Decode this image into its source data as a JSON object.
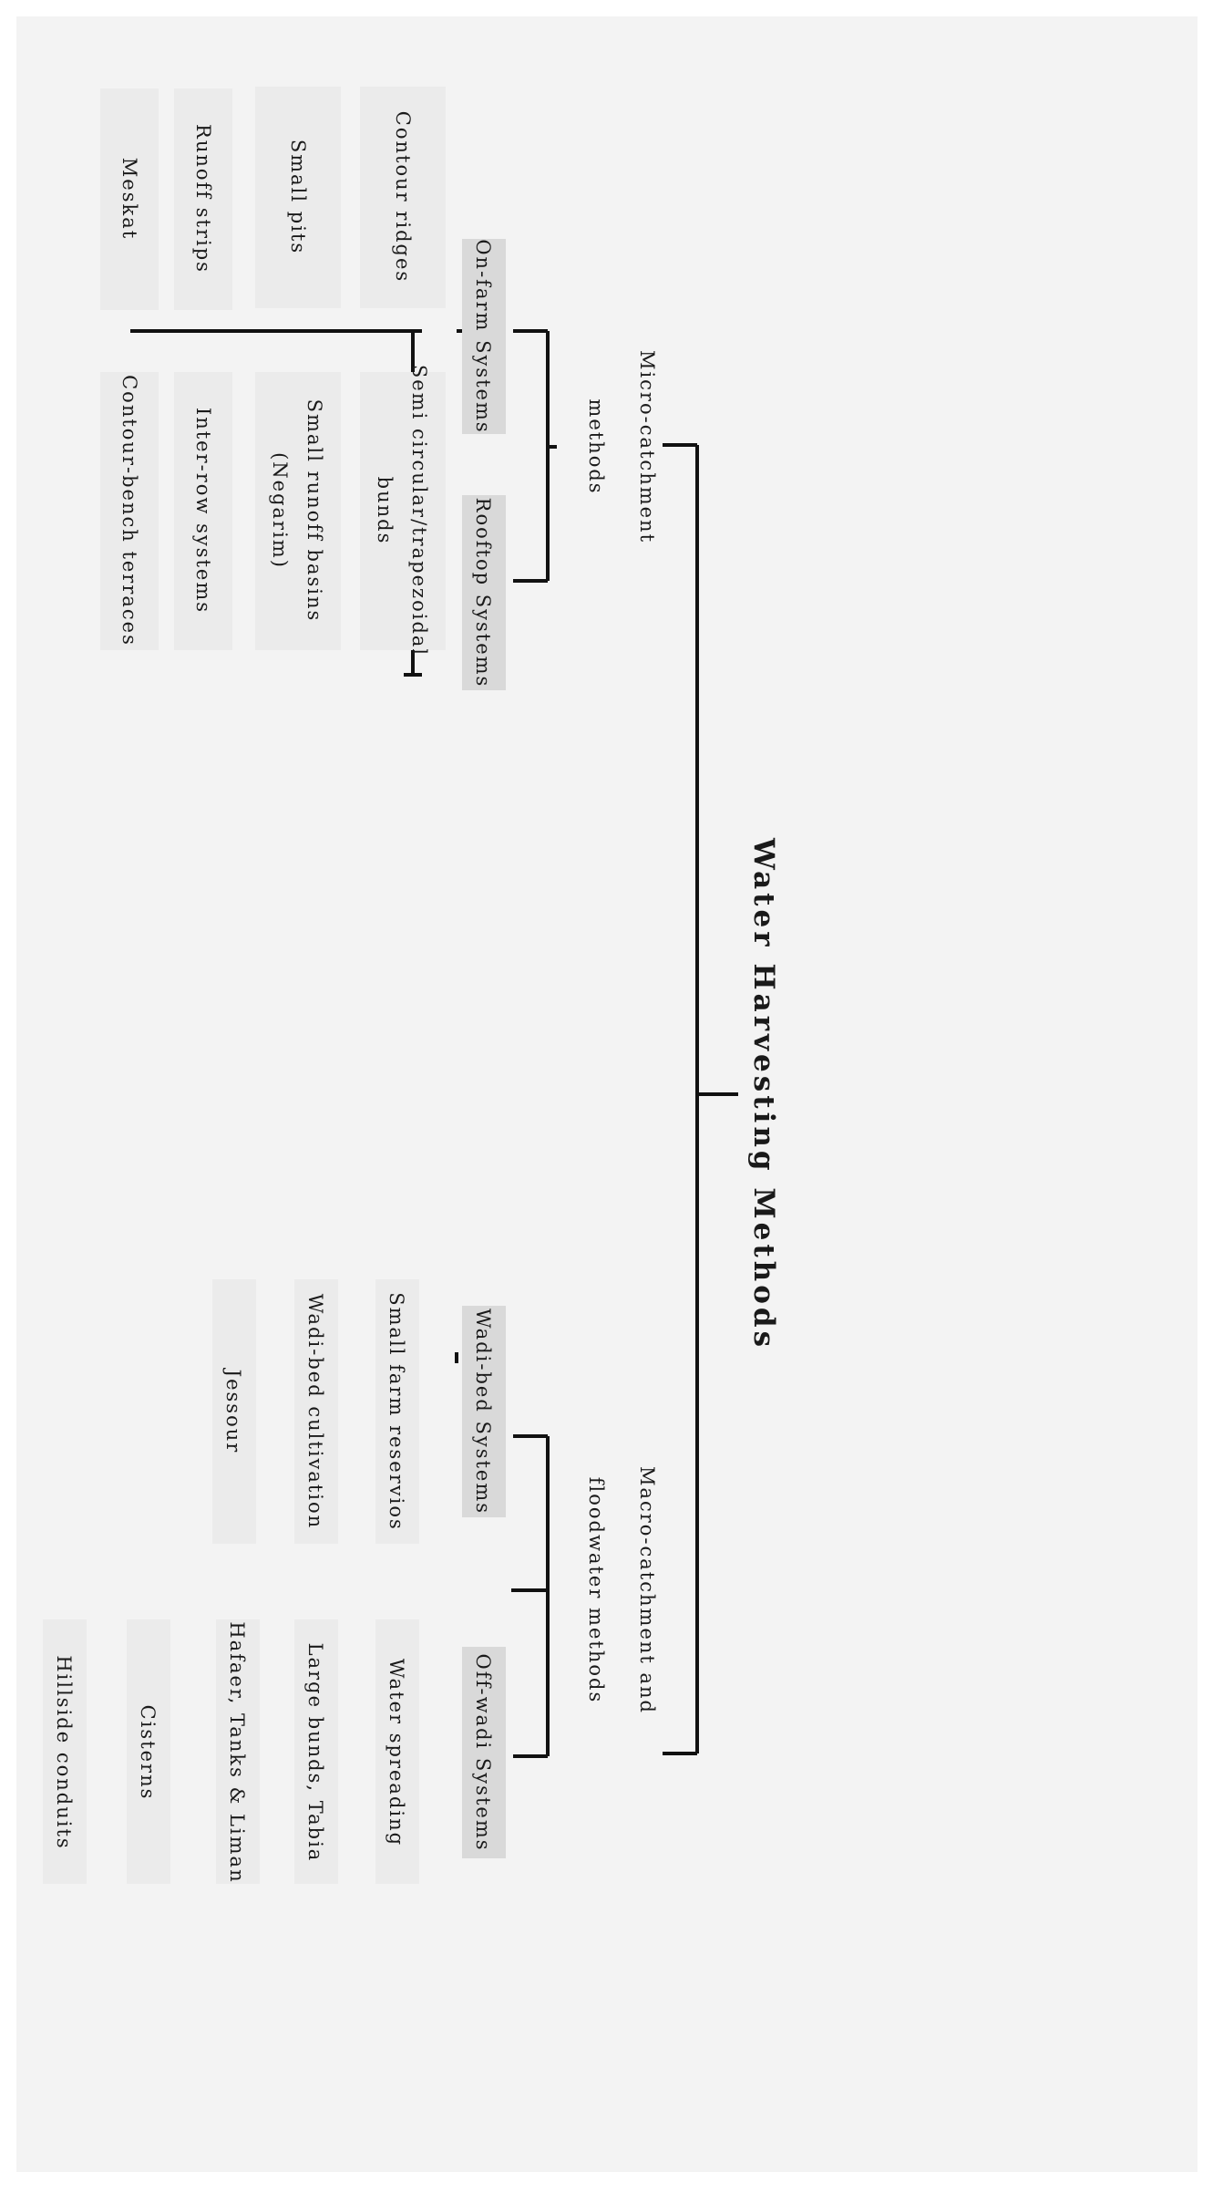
{
  "title": "Water Harvesting Methods",
  "colors": {
    "page": "#ffffff",
    "panel": "#f3f3f3",
    "leaf_box": "#ebebeb",
    "system_box": "#d9d9d9",
    "line": "#111111",
    "text": "#1a1a1a"
  },
  "micro": {
    "label": [
      "Micro-catchment",
      "methods"
    ],
    "on_farm": {
      "label": "On-farm Systems",
      "left_column": [
        "Contour ridges",
        "Small pits",
        "Runoff strips",
        "Meskat"
      ],
      "right_column": [
        [
          "Semi circular/trapezoidal",
          "bunds"
        ],
        [
          "Small runoff basins",
          "(Negarim)"
        ],
        [
          "Inter-row systems"
        ],
        [
          "Contour-bench terraces"
        ]
      ]
    },
    "rooftop": {
      "label": "Rooftop Systems"
    }
  },
  "macro": {
    "label": [
      "Macro-catchment and",
      "floodwater methods"
    ],
    "wadi_bed": {
      "label": "Wadi-bed Systems",
      "items": [
        "Small farm reservios",
        "Wadi-bed cultivation",
        "Jessour"
      ]
    },
    "off_wadi": {
      "label": "Off-wadi Systems",
      "items": [
        "Water spreading",
        "Large bunds, Tabia",
        "Hafaer, Tanks & Liman",
        "Cisterns",
        "Hillside conduits"
      ]
    }
  }
}
